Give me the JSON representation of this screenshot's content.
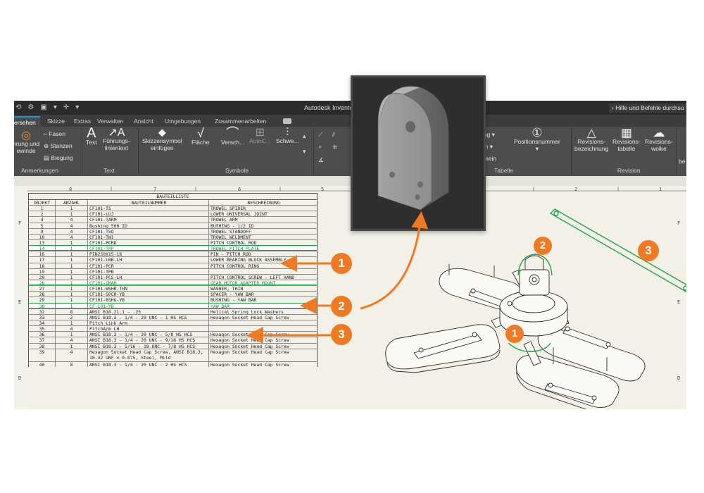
{
  "app": {
    "title": "Autodesk Inventor Profe",
    "help_search": "Hilfe und Befehle durchsu"
  },
  "tabs": [
    {
      "label": "ersehen",
      "active": true
    },
    {
      "label": "Skizze"
    },
    {
      "label": "Extras"
    },
    {
      "label": "Verwalten"
    },
    {
      "label": "Ansicht"
    },
    {
      "label": "Umgebungen"
    },
    {
      "label": "Zusammenarbeiten"
    }
  ],
  "ribbon": {
    "fasen": "Fasen",
    "stanzen": "Stanzen",
    "biegung": "Biegung",
    "bohrung_line1": "hrung und",
    "bohrung_line2": "ewinde",
    "text": "Text",
    "fuehrungstext_line1": "Führungs-",
    "fuehrungstext_line2": "linientext",
    "skizzensymbol_line1": "Skizzensymbol",
    "skizzensymbol_line2": "einfügen",
    "flaeche": "Fläche",
    "versch": "Versch...",
    "autoc": "AutoC...",
    "schwe": "Schwe...",
    "panel_anmerkungen": "Anmerkungen",
    "panel_text": "Text",
    "panel_symbole": "Symbole",
    "panel_tabelle": "Tabelle",
    "panel_revision": "Revision",
    "ung": "ung",
    "ion": "ion",
    "emein": "emein",
    "positionsnummer": "Positionsnummer",
    "revbez_line1": "Revisions-",
    "revbez_line2": "bezeichnung",
    "revtab_line1": "Revisions-",
    "revtab_line2": "tabelle",
    "revwolke_line1": "Revisions-",
    "revwolke_line2": "wolke",
    "be": "be"
  },
  "ruler": [
    "8",
    "7",
    "6",
    "5",
    "2",
    "1"
  ],
  "ruler_side": [
    "F",
    "E",
    "D",
    "F",
    "E",
    "D"
  ],
  "bom": {
    "title": "BAUTEILLISTE",
    "headers": [
      "OBJEKT",
      "ANZAHL",
      "BAUTEILNUMMER",
      "BESCHREIBUNG"
    ],
    "rows": [
      [
        "1",
        "1",
        "CF101-TS",
        "TROWEL SPIDER"
      ],
      [
        "2",
        "1",
        "CF101-LUJ",
        "LOWER UNIVERSAL JOINT"
      ],
      [
        "4",
        "4",
        "CF101-TARM",
        "TROWEL ARM"
      ],
      [
        "5",
        "4",
        "Bushing_500_ID",
        "BUSHING - 1/2 ID"
      ],
      [
        "9",
        "4",
        "CF101-TSO",
        "TROWEL STANDOFF"
      ],
      [
        "10",
        "4",
        "CF101-TW1",
        "TROWEL WELDMENT"
      ],
      [
        "13",
        "1",
        "CF101-PCRD",
        "PITCH CONTROL ROD"
      ],
      [
        "14",
        "1",
        "CF101-TPP",
        "TROWEL PITCH PLATE"
      ],
      [
        "16",
        "1",
        "PIN250X15-16",
        "PIN - PITCH ROD"
      ],
      [
        "17",
        "1",
        "CF101-LBB-LH",
        "LOWER BEARING BLOCK ASSEMBLY"
      ],
      [
        "18",
        "1",
        "CF101-PCR",
        "PITCH CONTROL RING"
      ],
      [
        "19",
        "1",
        "CF101-TPB",
        ""
      ],
      [
        "20",
        "1",
        "CF101-PCS-LH",
        "PITCH CONTROL SCREW - LEFT HAND"
      ],
      [
        "26",
        "1",
        "CF101-GMAM",
        "GEAR MOTOR ADAPTER MOUNT"
      ],
      [
        "27",
        "1",
        "CF101-WSHR-THN",
        "WASHER, THIN"
      ],
      [
        "28",
        "1",
        "CF101-SPCR-YB",
        "SPACER - YAW BAR"
      ],
      [
        "29",
        "1",
        "CF101-BSHG-YB",
        "BUSHING - YAW BAR"
      ],
      [
        "30",
        "1",
        "CF-101-YB",
        "YAW BAR"
      ],
      [
        "32",
        "8",
        "ANSI B18.21.1 - .25",
        "Helical Spring Lock Washers"
      ],
      [
        "33",
        "2",
        "ANSI B18.3 - 1/4 - 20 UNC - 1 HS HCS",
        "Hexagon Socket Head Cap Screw"
      ],
      [
        "34",
        "1",
        "Pitch Link Arm",
        ""
      ],
      [
        "35",
        "4",
        "PitchArm_LH",
        ""
      ],
      [
        "36",
        "1",
        "ANSI B18.3 - 1/4 - 20 UNC - 5/8 HS HCS",
        "Hexagon Socket Head Cap Screw"
      ],
      [
        "37",
        "4",
        "ANSI B18.3 - 1/4 - 20 UNC - 9/16 HS HCS",
        "Hexagon Socket Head Cap Screw"
      ],
      [
        "38",
        "1",
        "ANSI B18.3 - 5/16 - 18 UNC - 7/8 HS HCS",
        "Hexagon Socket Head Cap Screw"
      ],
      [
        "39",
        "4",
        "Hexagon Socket Head Cap Screw, ANSI B18.3, 10-32 UNF x 0.875, Steel, Mild",
        "Hexagon Socket Head Cap Screw"
      ],
      [
        "40",
        "8",
        "ANSI B18.3 - 1/4 - 20 UNC - 2 HS HCS",
        "Hexagon Socket Head Cap Screw"
      ]
    ],
    "highlighted_rows": [
      7,
      13,
      17
    ]
  },
  "callouts": {
    "table_1": "1",
    "table_2": "2",
    "table_3": "3",
    "drawing_1": "1",
    "drawing_2": "2",
    "drawing_3": "3"
  },
  "colors": {
    "callout": "#ef7a23",
    "highlight": "#1fa34a",
    "ribbon": "#4d4d4d",
    "sheet": "#f3f1e7"
  }
}
